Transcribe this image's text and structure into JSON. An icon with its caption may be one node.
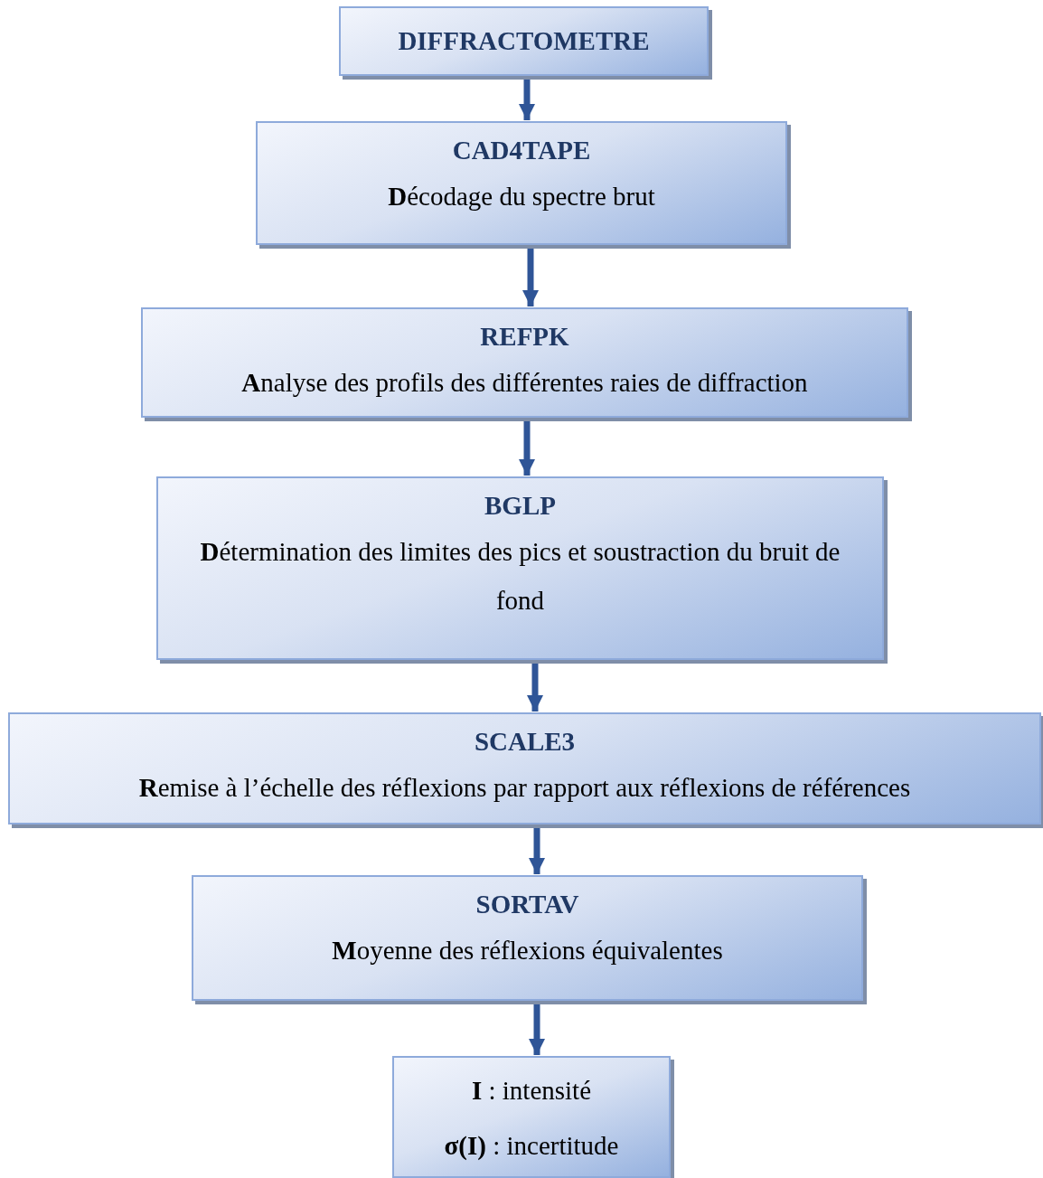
{
  "diagram": {
    "nodes": [
      {
        "text": [
          "DIFFRACTOMETRE"
        ]
      },
      {
        "text": [
          "CAD4TAPE",
          "**D**écodage du spectre brut"
        ]
      },
      {
        "text": [
          "REFPK",
          "**A**nalyse des profils des différentes raies de diffraction"
        ]
      },
      {
        "text": [
          "BGLP",
          "**D**étermination des limites des pics et soustraction du bruit de fond"
        ]
      },
      {
        "text": [
          "SCALE3",
          "**R**emise à l’échelle des réflexions par rapport aux réflexions de références"
        ]
      },
      {
        "text": [
          "SORTAV",
          "**M**oyenne des réflexions équivalentes"
        ]
      },
      {
        "text": [
          "**I** : intensité",
          "**σ(I)** : incertitude"
        ]
      }
    ],
    "edges": [
      {
        "from": 0,
        "to": 1,
        "arrow": "to"
      },
      {
        "from": 1,
        "to": 2,
        "arrow": "to"
      },
      {
        "from": 2,
        "to": 3,
        "arrow": "to"
      },
      {
        "from": 3,
        "to": 4,
        "arrow": "to"
      },
      {
        "from": 4,
        "to": 5,
        "arrow": "to"
      },
      {
        "from": 5,
        "to": 6,
        "arrow": "to"
      }
    ]
  }
}
